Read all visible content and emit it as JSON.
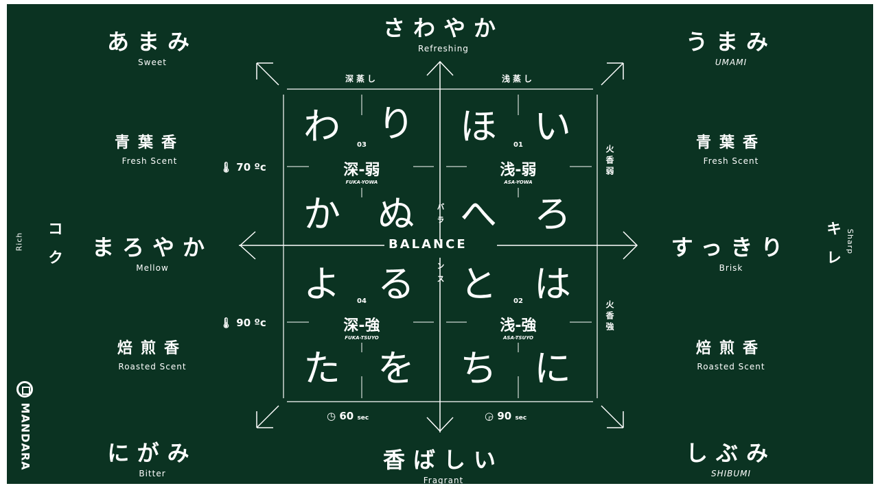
{
  "top": {
    "jp": "さわやか",
    "en": "Refreshing"
  },
  "bottom": {
    "jp": "香ばしい",
    "en": "Fragrant"
  },
  "left": {
    "jp": "まろやか",
    "en": "Mellow"
  },
  "right": {
    "jp": "すっきり",
    "en": "Brisk"
  },
  "corners": {
    "tl": {
      "jp": "あまみ",
      "en": "Sweet"
    },
    "tr": {
      "jp": "うまみ",
      "en": "UMAMI"
    },
    "bl": {
      "jp": "にがみ",
      "en": "Bitter"
    },
    "br": {
      "jp": "しぶみ",
      "en": "SHIBUMI"
    }
  },
  "scent": {
    "left_top": {
      "jp": "青葉香",
      "en": "Fresh Scent"
    },
    "right_top": {
      "jp": "青葉香",
      "en": "Fresh Scent"
    },
    "left_bottom": {
      "jp": "焙煎香",
      "en": "Roasted Scent"
    },
    "right_bottom": {
      "jp": "焙煎香",
      "en": "Roasted Scent"
    }
  },
  "edge": {
    "koku": "コク",
    "rich": "Rich",
    "kire": "キレ",
    "sharp": "Sharp"
  },
  "grid": {
    "col_left": "深蒸し",
    "col_right": "浅蒸し",
    "row_top_side": "火香弱",
    "row_bottom_side": "火香強",
    "balance": "BALANCE",
    "balance_jp": "バランス"
  },
  "temperature": {
    "top": "70",
    "bottom": "90",
    "unit": "ºc"
  },
  "time": {
    "left": "60",
    "right": "90",
    "unit": "sec"
  },
  "quadrants": {
    "q03": {
      "num": "03",
      "label": "深-弱",
      "romaji": "FUKA-YOWA",
      "kana": [
        "わ",
        "り",
        "か",
        "ぬ"
      ]
    },
    "q01": {
      "num": "01",
      "label": "浅-弱",
      "romaji": "ASA-YOWA",
      "kana": [
        "ほ",
        "い",
        "へ",
        "ろ"
      ]
    },
    "q04": {
      "num": "04",
      "label": "深-強",
      "romaji": "FUKA-TSUYO",
      "kana": [
        "よ",
        "る",
        "た",
        "を"
      ]
    },
    "q02": {
      "num": "02",
      "label": "浅-強",
      "romaji": "ASA-TSUYO",
      "kana": [
        "と",
        "は",
        "ち",
        "に"
      ]
    }
  },
  "brand": {
    "name": "MANDARA"
  },
  "colors": {
    "background": "#0b3322",
    "foreground": "#ffffff",
    "page": "#ffffff"
  }
}
